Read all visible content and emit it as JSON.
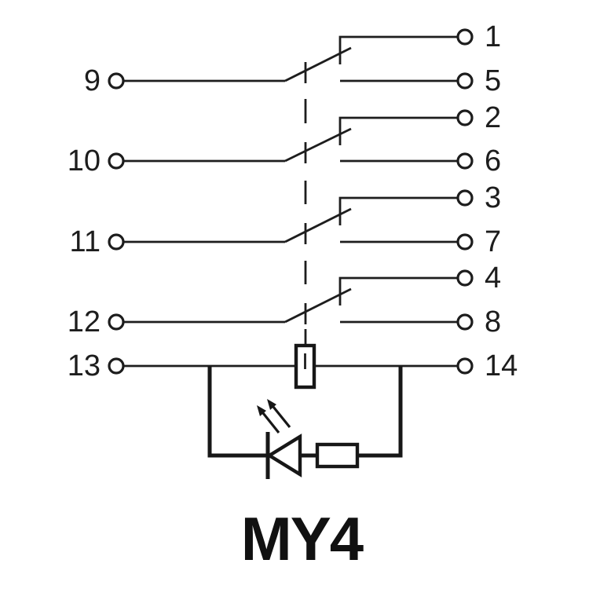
{
  "title": "MY4",
  "colors": {
    "line": "#1d1d1d",
    "heavy_line": "#171717",
    "background": "#ffffff"
  },
  "contacts": {
    "poles": [
      {
        "common": "9",
        "no": "1",
        "nc": "5"
      },
      {
        "common": "10",
        "no": "2",
        "nc": "6"
      },
      {
        "common": "11",
        "no": "3",
        "nc": "7"
      },
      {
        "common": "12",
        "no": "4",
        "nc": "8"
      }
    ]
  },
  "coil": {
    "left_terminal": "13",
    "right_terminal": "14"
  }
}
